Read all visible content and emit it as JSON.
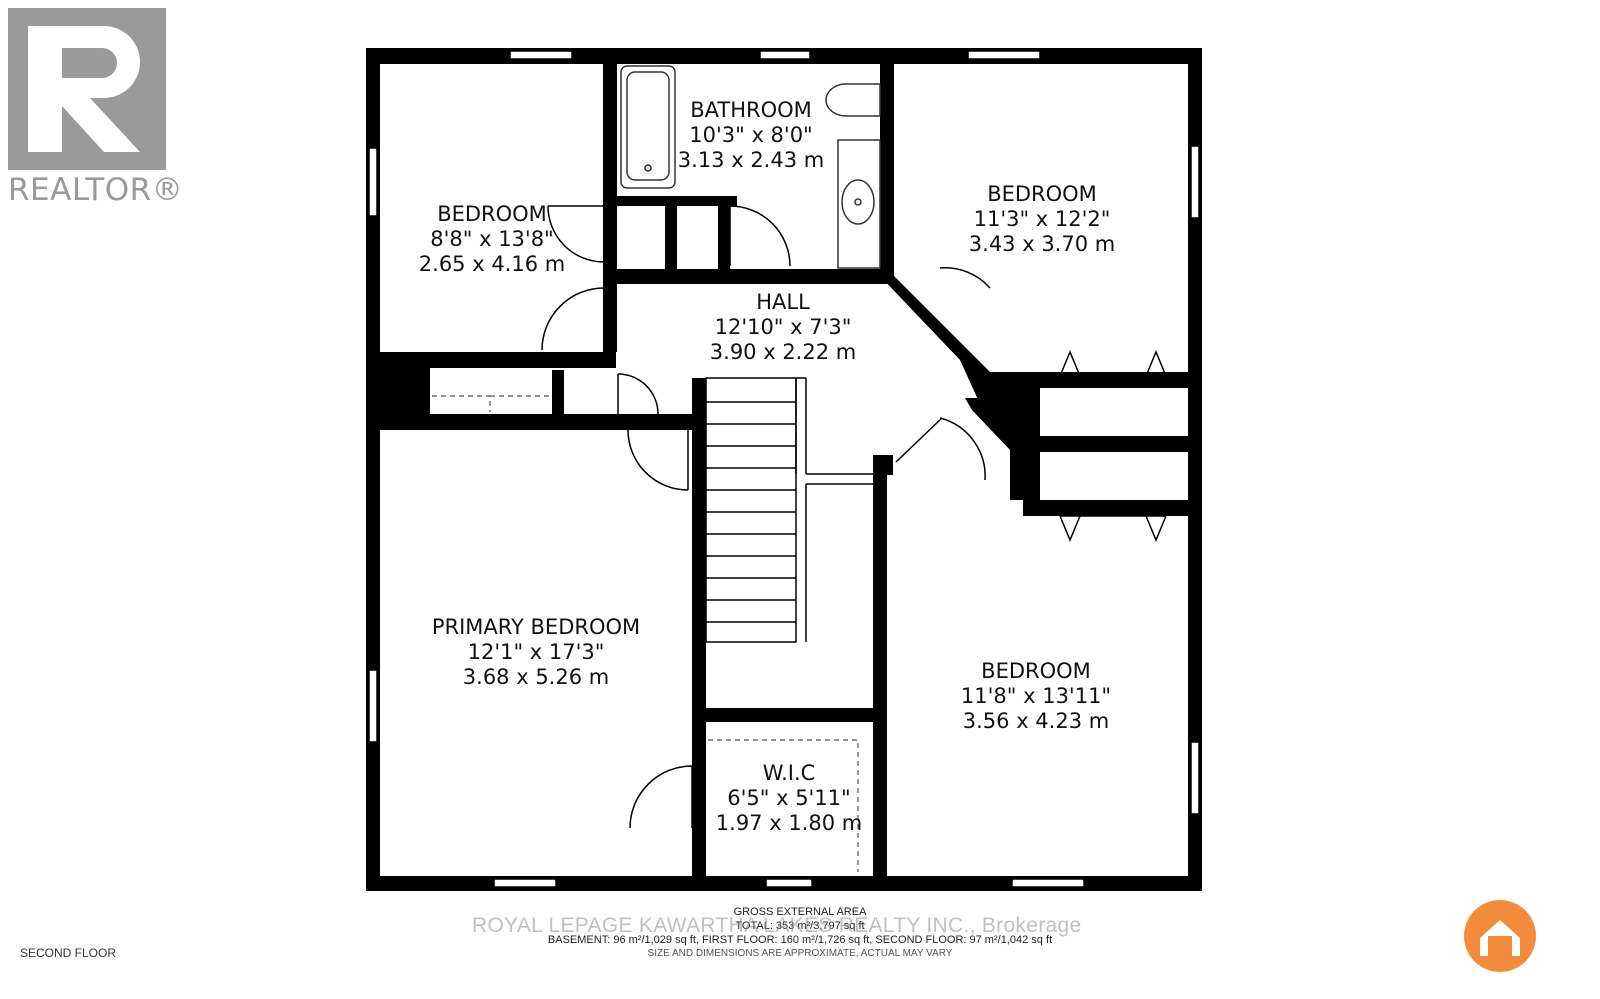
{
  "realtor": {
    "wordmark": "REALTOR®",
    "logo_icon": "realtor-r-logo"
  },
  "floor_name": "SECOND FLOOR",
  "rooms": [
    {
      "name": "BEDROOM",
      "imperial": "8'8\" x 13'8\"",
      "metric": "2.65 x 4.16 m"
    },
    {
      "name": "BATHROOM",
      "imperial": "10'3\" x 8'0\"",
      "metric": "3.13 x 2.43 m"
    },
    {
      "name": "BEDROOM",
      "imperial": "11'3\" x 12'2\"",
      "metric": "3.43 x 3.70 m"
    },
    {
      "name": "HALL",
      "imperial": "12'10\" x 7'3\"",
      "metric": "3.90 x 2.22 m"
    },
    {
      "name": "PRIMARY BEDROOM",
      "imperial": "12'1\" x 17'3\"",
      "metric": "3.68 x 5.26 m"
    },
    {
      "name": "BEDROOM",
      "imperial": "11'8\" x 13'11\"",
      "metric": "3.56 x 4.23 m"
    },
    {
      "name": "W.I.C",
      "imperial": "6'5\" x 5'11\"",
      "metric": "1.97 x 1.80 m"
    }
  ],
  "footer": {
    "line1": "GROSS EXTERNAL AREA",
    "line2": "TOTAL: 353 m²/3,797 sq ft",
    "line3": "BASEMENT: 96 m²/1,029 sq ft, FIRST FLOOR: 160 m²/1,726 sq ft, SECOND FLOOR: 97 m²/1,042 sq ft",
    "line4": "SIZE AND DIMENSIONS ARE APPROXIMATE, ACTUAL MAY VARY"
  },
  "watermark": "ROYAL LEPAGE KAWARTHA LAKES REALTY INC., Brokerage",
  "colors": {
    "wall": "#000000",
    "realtor_gray": "#9a9a9a",
    "badge_orange": "#f28b3b"
  },
  "brand_badge_icon": "house-badge-icon"
}
